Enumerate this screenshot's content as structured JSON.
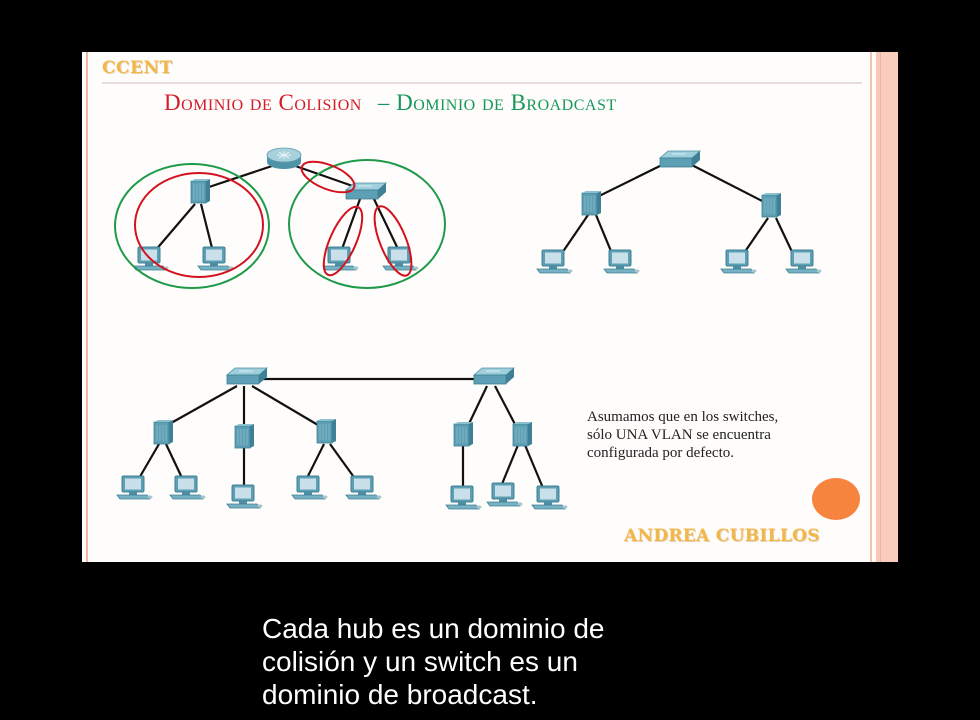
{
  "slide": {
    "brand": "CCENT",
    "title": {
      "collision": "Dominio de Colision",
      "separator": "–",
      "broadcast": "Dominio de Broadcast"
    },
    "note_lines": [
      "Asumamos que en los switches,",
      "sólo UNA VLAN se encuentra",
      "configurada por defecto."
    ],
    "author": "ANDREA CUBILLOS",
    "colors": {
      "collision_red": "#d21c2a",
      "broadcast_green": "#16985a",
      "brand_gold": "#f3b64a",
      "accent_orange": "#f7843e",
      "device_teal": "#5d9fb4"
    },
    "diagrams": [
      {
        "name": "example-router-hub-switch",
        "devices": [
          "router",
          "hub",
          "switch",
          "pc",
          "pc",
          "pc",
          "pc"
        ],
        "collision_domains": 4,
        "broadcast_domains": 2
      },
      {
        "name": "switch-with-two-hubs",
        "devices": [
          "switch",
          "hub",
          "hub",
          "pc",
          "pc",
          "pc",
          "pc"
        ]
      },
      {
        "name": "two-switches-five-hubs",
        "devices": [
          "switch",
          "switch",
          "hub",
          "hub",
          "hub",
          "hub",
          "hub",
          "pc",
          "pc",
          "pc",
          "pc",
          "pc",
          "pc",
          "pc",
          "pc"
        ]
      }
    ]
  },
  "caption": {
    "lines": [
      "Cada hub es un dominio de",
      "colisión y un switch es un",
      "dominio de broadcast."
    ]
  }
}
